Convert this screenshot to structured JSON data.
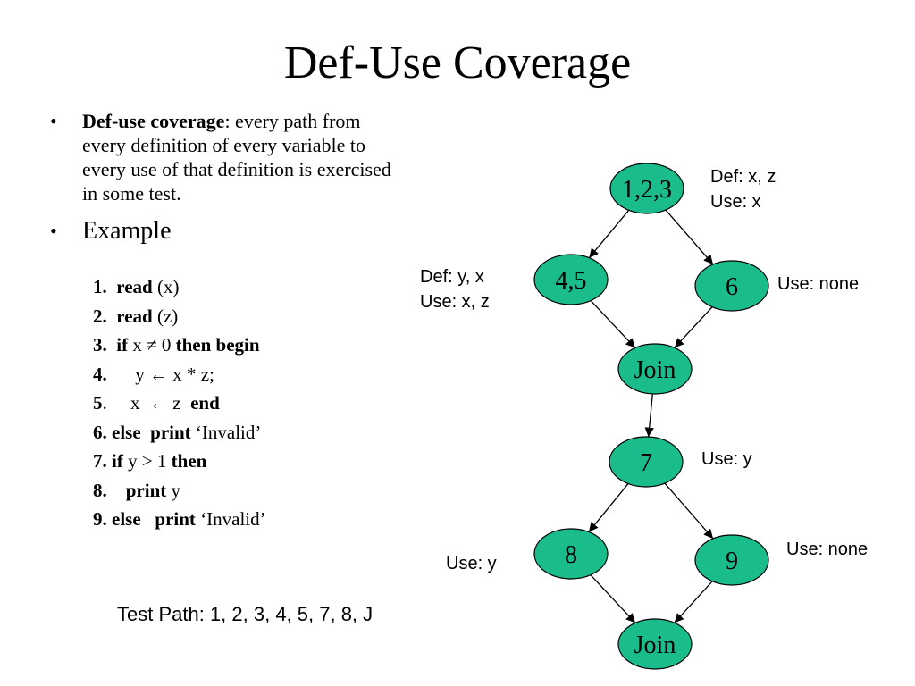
{
  "slide": {
    "title": "Def-Use Coverage",
    "bullet_char": "•",
    "bullet1": {
      "term": "Def-use coverage",
      "text": ": every path from every definition of every variable to every use of that definition is exercised in some test."
    },
    "bullet2": "Example"
  },
  "code": [
    {
      "num": "1.  ",
      "kw1": "read",
      "mid": " (x)",
      "kw2": ""
    },
    {
      "num": "2.  ",
      "kw1": "read",
      "mid": " (z)",
      "kw2": ""
    },
    {
      "num": "3.  ",
      "kw1": "if",
      "mid": " x ≠ 0 ",
      "kw2": "then begin"
    },
    {
      "num": "4.",
      "kw1": "",
      "mid": "      y ← x * z;",
      "kw2": ""
    },
    {
      "num": "5",
      "kw1": "",
      "mid": ".     x  ← z  ",
      "kw2": "end"
    },
    {
      "num": "6. else  print",
      "kw1": "",
      "mid": " ‘Invalid’",
      "kw2": ""
    },
    {
      "num": "7. if",
      "kw1": "",
      "mid": " y > 1 ",
      "kw2": "then"
    },
    {
      "num": "8.    print",
      "kw1": "",
      "mid": " y",
      "kw2": ""
    },
    {
      "num": "9. else   print",
      "kw1": "",
      "mid": " ‘Invalid’",
      "kw2": ""
    }
  ],
  "test_path": "Test Path: 1, 2, 3, 4, 5, 7, 8, J",
  "graph": {
    "node_color": "#1ABC8C",
    "nodes": [
      {
        "id": "n123",
        "label": "1,2,3"
      },
      {
        "id": "n45",
        "label": "4,5"
      },
      {
        "id": "n6",
        "label": "6"
      },
      {
        "id": "join1",
        "label": "Join"
      },
      {
        "id": "n7",
        "label": "7"
      },
      {
        "id": "n8",
        "label": "8"
      },
      {
        "id": "n9",
        "label": "9"
      },
      {
        "id": "join2",
        "label": "Join"
      }
    ],
    "edges": [
      {
        "from": "n123",
        "to": "n45"
      },
      {
        "from": "n123",
        "to": "n6"
      },
      {
        "from": "n45",
        "to": "join1"
      },
      {
        "from": "n6",
        "to": "join1"
      },
      {
        "from": "join1",
        "to": "n7"
      },
      {
        "from": "n7",
        "to": "n8"
      },
      {
        "from": "n7",
        "to": "n9"
      },
      {
        "from": "n8",
        "to": "join2"
      },
      {
        "from": "n9",
        "to": "join2"
      }
    ],
    "annotations": {
      "n123": [
        "Def: x, z",
        "Use: x"
      ],
      "n45": [
        "Def: y, x",
        "Use: x, z"
      ],
      "n6": [
        "Use: none"
      ],
      "n7": [
        "Use: y"
      ],
      "n8": [
        "Use: y"
      ],
      "n9": [
        "Use: none"
      ]
    }
  }
}
